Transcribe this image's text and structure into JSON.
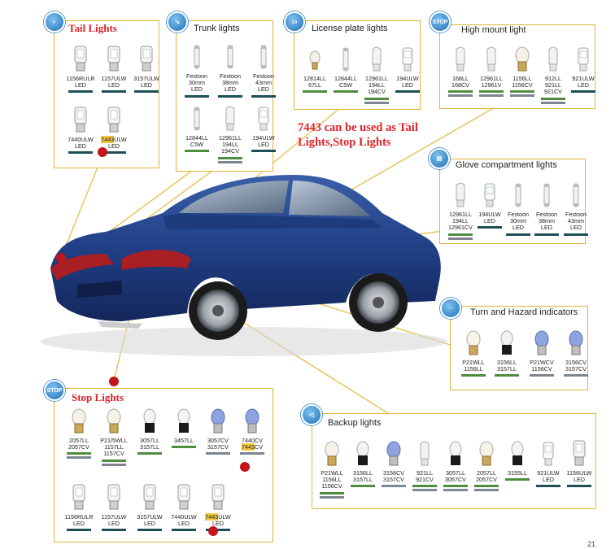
{
  "note": "7443 can be used as Tail\nLights,Stop Lights",
  "page_number": "21",
  "colors": {
    "frame": "#e3b43a",
    "note": "#e0232b",
    "teal_bar": "#1d4f58",
    "green_bar": "#4f8d3e",
    "gray_bar": "#7c8590",
    "highlight": "#f2c740"
  },
  "sections": {
    "tail": {
      "title": "Tail Lights",
      "bulbs": [
        {
          "label": "1156RULR\nLED",
          "kind": "led",
          "bars": [
            "teal"
          ]
        },
        {
          "label": "1157ULW\nLED",
          "kind": "led",
          "bars": [
            "teal"
          ]
        },
        {
          "label": "3157ULW\nLED",
          "kind": "led",
          "bars": [
            "teal"
          ]
        },
        {
          "label": "7440ULW\nLED",
          "kind": "led",
          "bars": [
            "teal"
          ]
        },
        {
          "label": "7443ULW\nLED",
          "kind": "led",
          "bars": [
            "teal"
          ],
          "highlight": "7443"
        }
      ]
    },
    "trunk": {
      "title": "Trunk lights",
      "bulbs": [
        {
          "label": "Festoon\n30mm\nLED",
          "kind": "festoon",
          "bars": [
            "teal"
          ]
        },
        {
          "label": "Festoon\n38mm\nLED",
          "kind": "festoon",
          "bars": [
            "teal"
          ]
        },
        {
          "label": "Festoon\n43mm\nLED",
          "kind": "festoon",
          "bars": [
            "teal"
          ]
        },
        {
          "label": "12844LL\nC5W",
          "kind": "festoon",
          "bars": [
            "green"
          ]
        },
        {
          "label": "12961LL\n194LL\n194CV",
          "kind": "wedge",
          "bars": [
            "green",
            "gray"
          ]
        },
        {
          "label": "194ULW\nLED",
          "kind": "wedge-led",
          "bars": [
            "teal"
          ]
        }
      ]
    },
    "license": {
      "title": "License plate lights",
      "bulbs": [
        {
          "label": "12814LL\n67LL",
          "kind": "small-glass",
          "bars": [
            "green"
          ]
        },
        {
          "label": "12844LL\nC5W",
          "kind": "festoon",
          "bars": [
            "green"
          ]
        },
        {
          "label": "12961LL\n194LL\n194CV",
          "kind": "wedge",
          "bars": [
            "green",
            "gray"
          ]
        },
        {
          "label": "194ULW\nLED",
          "kind": "wedge-led",
          "bars": [
            "teal"
          ]
        }
      ]
    },
    "highmount": {
      "title": "High mount light",
      "bulbs": [
        {
          "label": "168LL\n168CV",
          "kind": "wedge",
          "bars": [
            "green",
            "gray"
          ]
        },
        {
          "label": "12961LL\n12961V",
          "kind": "wedge",
          "bars": [
            "green",
            "gray"
          ]
        },
        {
          "label": "1156LL\n1156CV",
          "kind": "glass",
          "bars": [
            "green",
            "gray"
          ]
        },
        {
          "label": "912LL\n921LL\n921CV",
          "kind": "wedge",
          "bars": [
            "green",
            "gray"
          ]
        },
        {
          "label": "921ULW\nLED",
          "kind": "wedge-led",
          "bars": [
            "teal"
          ]
        }
      ]
    },
    "glove": {
      "title": "Glove compartment lights",
      "bulbs": [
        {
          "label": "12961LL\n194LL\n12961CV",
          "kind": "wedge",
          "bars": [
            "green",
            "gray"
          ]
        },
        {
          "label": "194ULW\nLED",
          "kind": "wedge-led",
          "bars": [
            "teal"
          ]
        },
        {
          "label": "Festoon\n30mm\nLED",
          "kind": "festoon",
          "bars": [
            "teal"
          ]
        },
        {
          "label": "Festoon\n38mm\nLED",
          "kind": "festoon",
          "bars": [
            "teal"
          ]
        },
        {
          "label": "Festoon\n43mm\nLED",
          "kind": "festoon",
          "bars": [
            "teal"
          ]
        }
      ]
    },
    "turn": {
      "title": "Turn and Hazard indicators",
      "bulbs": [
        {
          "label": "P21WLL\n1156LL",
          "kind": "glass",
          "bars": [
            "green"
          ]
        },
        {
          "label": "3156LL\n3157LL",
          "kind": "wedge-black",
          "bars": [
            "green"
          ]
        },
        {
          "label": "P21WCV\n1156CV",
          "kind": "blue",
          "bars": [
            "gray"
          ]
        },
        {
          "label": "3156CV\n3157CV",
          "kind": "blue",
          "bars": [
            "gray"
          ]
        }
      ]
    },
    "stop": {
      "title": "Stop Lights",
      "bulbs": [
        {
          "label": "2057LL\n2057CV",
          "kind": "glass",
          "bars": [
            "green",
            "gray"
          ]
        },
        {
          "label": "P21/5WLL\n1157LL\n1157CV",
          "kind": "glass",
          "bars": [
            "green",
            "gray"
          ]
        },
        {
          "label": "3057LL\n3157LL",
          "kind": "wedge-black",
          "bars": [
            "green"
          ]
        },
        {
          "label": "3457LL",
          "kind": "wedge-black",
          "bars": [
            "green"
          ]
        },
        {
          "label": "3057CV\n3157CV",
          "kind": "blue",
          "bars": [
            "gray"
          ]
        },
        {
          "label": "7440CV\n7443CV",
          "kind": "blue",
          "bars": [
            "gray"
          ],
          "highlight": "7443"
        },
        {
          "label": "1156RULR\nLED",
          "kind": "led",
          "bars": [
            "teal"
          ]
        },
        {
          "label": "1157ULW\nLED",
          "kind": "led",
          "bars": [
            "teal"
          ]
        },
        {
          "label": "3157ULW\nLED",
          "kind": "led",
          "bars": [
            "teal"
          ]
        },
        {
          "label": "7440ULW\nLED",
          "kind": "led",
          "bars": [
            "teal"
          ]
        },
        {
          "label": "7443ULW\nLED",
          "kind": "led",
          "bars": [
            "teal"
          ],
          "highlight": "7443"
        }
      ]
    },
    "backup": {
      "title": "Backup lights",
      "bulbs": [
        {
          "label": "P21WLL\n1156LL\n1156CV",
          "kind": "glass",
          "bars": [
            "green",
            "gray"
          ]
        },
        {
          "label": "3156LL\n3157LL",
          "kind": "wedge-black",
          "bars": [
            "green"
          ]
        },
        {
          "label": "3156CV\n3157CV",
          "kind": "blue",
          "bars": [
            "gray"
          ]
        },
        {
          "label": "921LL\n921CV",
          "kind": "wedge",
          "bars": [
            "green",
            "gray"
          ]
        },
        {
          "label": "3057LL\n3057CV",
          "kind": "wedge-black",
          "bars": [
            "green",
            "gray"
          ]
        },
        {
          "label": "2057LL\n2057CV",
          "kind": "glass",
          "bars": [
            "green",
            "gray"
          ]
        },
        {
          "label": "3155LL",
          "kind": "wedge-black",
          "bars": [
            "green"
          ]
        },
        {
          "label": "921ULW\nLED",
          "kind": "wedge-led",
          "bars": [
            "teal"
          ]
        },
        {
          "label": "1156ULW\nLED",
          "kind": "led",
          "bars": [
            "teal"
          ]
        }
      ]
    }
  }
}
